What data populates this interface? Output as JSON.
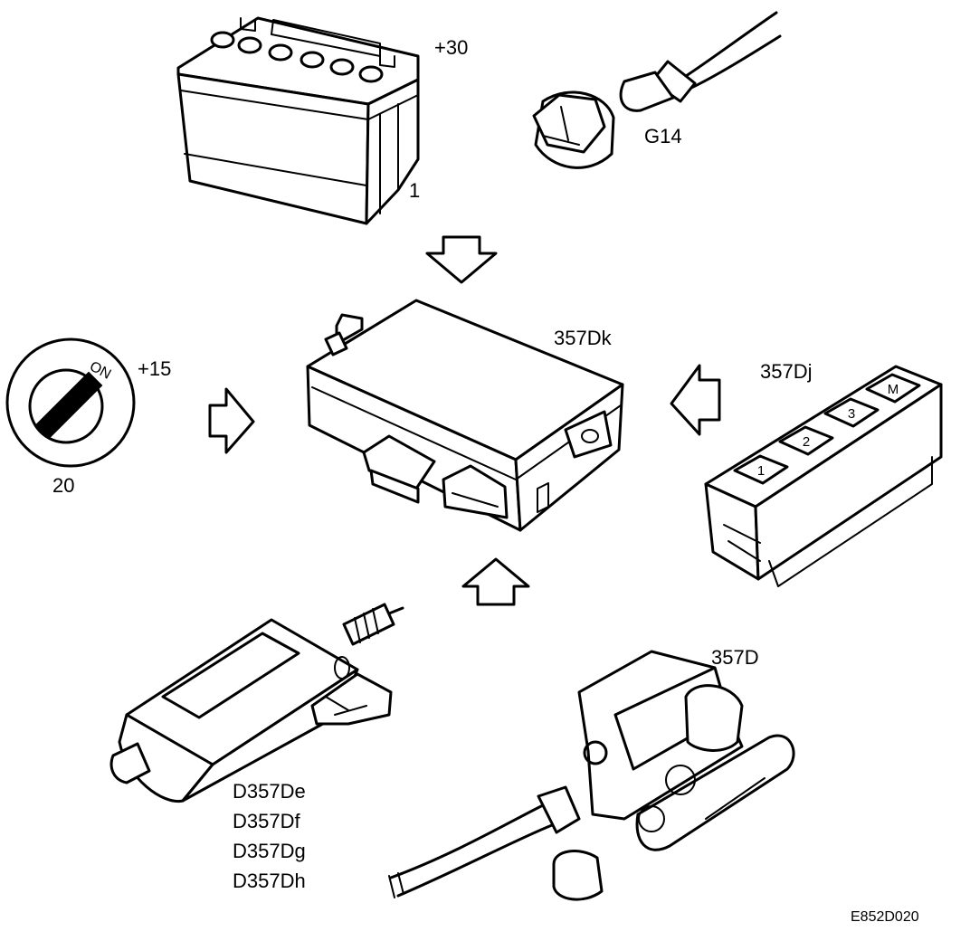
{
  "labels": {
    "battery_terminal": "+30",
    "battery_number": "1",
    "ground_point": "G14",
    "ignition_terminal": "+15",
    "ignition_number": "20",
    "ignition_position": "ON",
    "control_module": "357Dk",
    "memory_buttons": "357Dj",
    "seat_switch": "357D",
    "motors": [
      "D357De",
      "D357Df",
      "D357Dg",
      "D357Dh"
    ],
    "figure_code": "E852D020"
  },
  "memory_buttons": [
    "1",
    "2",
    "3",
    "M"
  ]
}
